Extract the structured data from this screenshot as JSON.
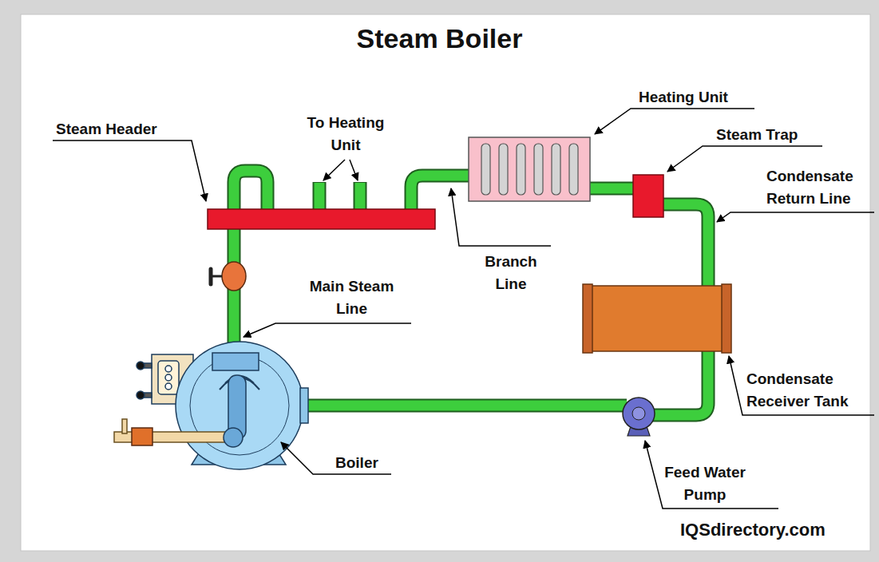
{
  "diagram": {
    "title": "Steam Boiler",
    "labels": [
      "Steam Header",
      "To Heating Unit",
      "Heating Unit",
      "Steam Trap",
      "Condensate Return Line",
      "Branch Line",
      "Main Steam Line",
      "Condensate Receiver Tank",
      "Boiler",
      "Feed Water Pump",
      "IQSdirectory.com"
    ]
  }
}
